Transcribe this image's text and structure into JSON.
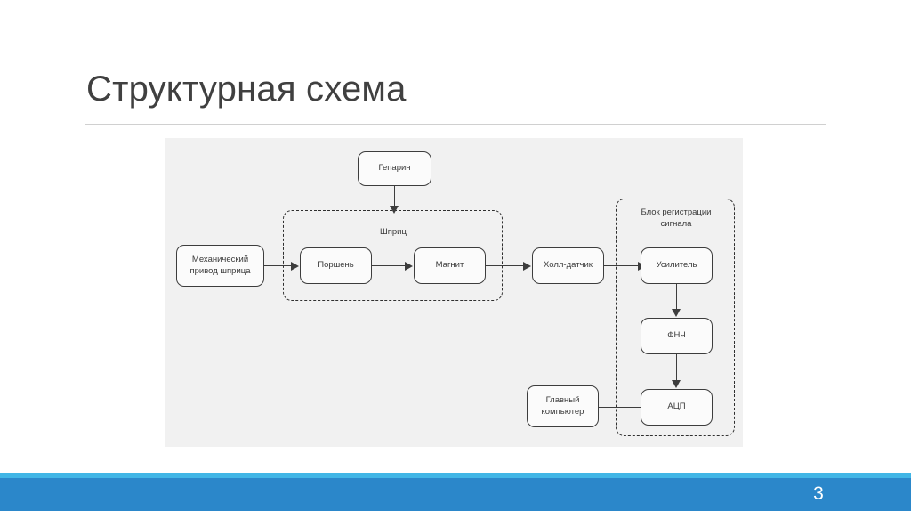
{
  "slide": {
    "title": "Структурная схема",
    "page_number": "3"
  },
  "theme": {
    "accent_light": "#41b6e6",
    "accent_dark": "#2b87ca",
    "panel_background": "#f1f1f1",
    "node_stroke": "#3d3d3d",
    "text_color": "#3a3a3a"
  },
  "diagram": {
    "type": "block-diagram",
    "nodes": {
      "heparin": "Гепарин",
      "mechanical_drive": "Механический привод шприца",
      "piston": "Поршень",
      "magnet": "Магнит",
      "hall_sensor": "Холл-датчик",
      "amplifier": "Усилитель",
      "lpf": "ФНЧ",
      "adc": "АЦП",
      "main_computer": "Главный компьютер"
    },
    "groups": {
      "syringe": "Шприц",
      "signal_registration": "Блок регистрации сигнала"
    }
  }
}
